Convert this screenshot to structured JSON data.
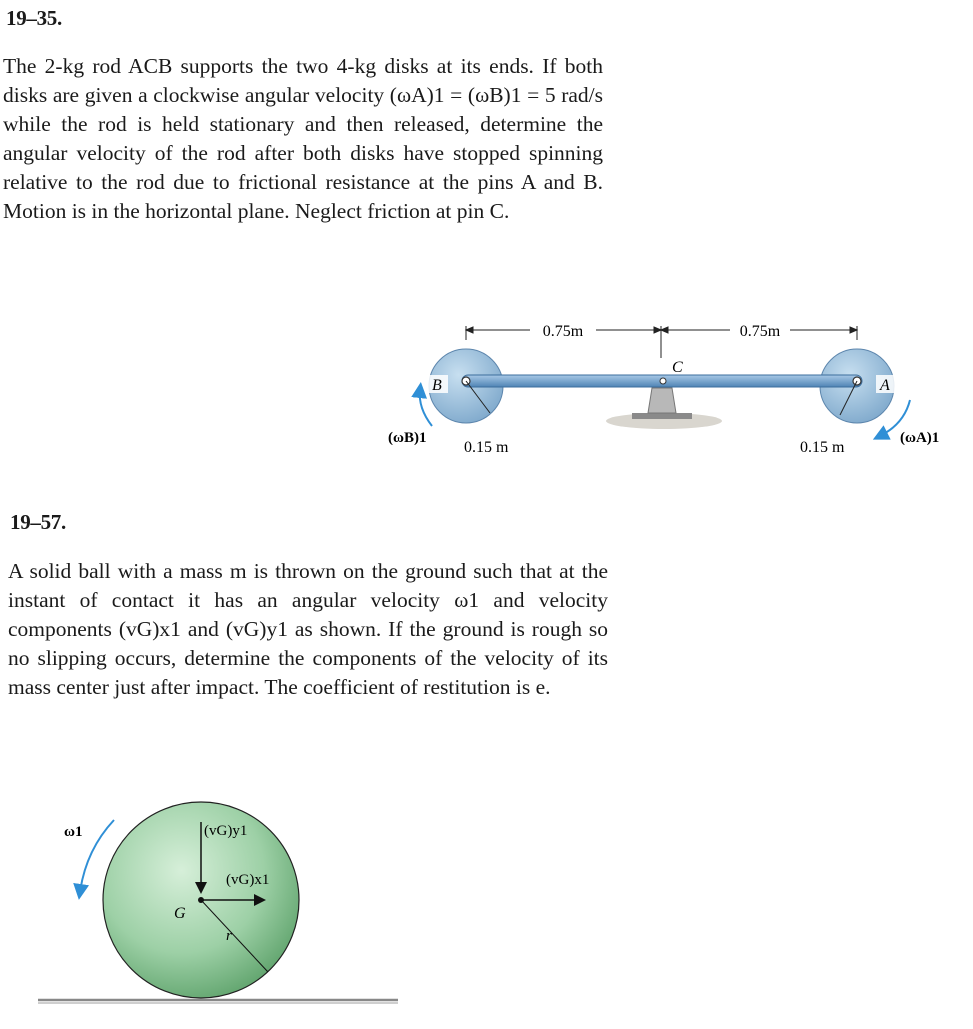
{
  "problem1": {
    "number": "19–35.",
    "lines": [
      "The 2-kg rod ACB supports the two 4-kg disks at its ends. If",
      "both disks are given a clockwise angular velocity",
      "(ωA)1 = (ωB)1 = 5 rad/s while the rod is held stationary",
      "and then released, determine the angular velocity of the rod",
      "after both disks have stopped spinning relative to the rod",
      "due to frictional resistance at the pins A and B. Motion is in",
      "the horizontal plane. Neglect friction at pin C."
    ],
    "figure": {
      "dim_left": "0.75m",
      "dim_right": "0.75m",
      "label_b": "B",
      "label_a": "A",
      "label_c": "C",
      "radius_b": "0.15 m",
      "radius_a": "0.15 m",
      "omega_b": "(ωB)1",
      "omega_a": "(ωA)1",
      "disk_color": "#8fb8d8",
      "rod_color": "#6a9fcc"
    }
  },
  "problem2": {
    "number": "19–57.",
    "lines": [
      "A solid ball with a mass m is thrown on the ground such that",
      "at the instant of contact it has an angular velocity ω1 and",
      "velocity components (vG)x1 and (vG)y1 as shown. If the",
      "ground is rough so no slipping occurs, determine the",
      "components of the velocity of its mass center just after",
      "impact. The coefficient of restitution is e."
    ],
    "figure": {
      "omega": "ω1",
      "vy": "(vG)y1",
      "vx": "(vG)x1",
      "label_g": "G",
      "label_r": "r",
      "ball_color": "#8fc99a"
    }
  }
}
